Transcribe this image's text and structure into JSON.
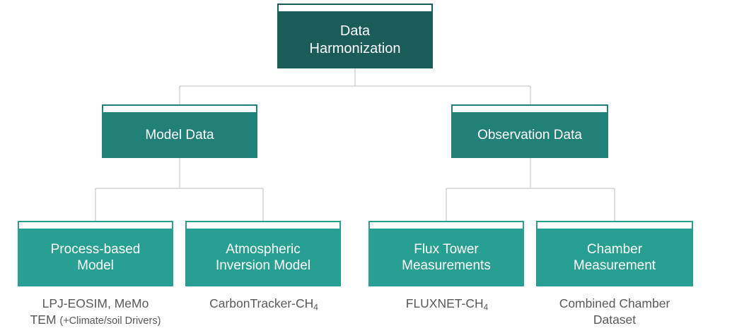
{
  "diagram": {
    "title": "Data Harmonization flow diagram",
    "colors": {
      "root_fill": "#1a5c57",
      "level2_fill": "#218077",
      "leaf_fill": "#27a093",
      "connector": "#bfbfbf",
      "caption_text": "#595959",
      "node_text": "#ffffff",
      "background": "#ffffff"
    },
    "nodes": {
      "root": {
        "label": "Data\nHarmonization"
      },
      "model_data": {
        "label": "Model Data"
      },
      "observation_data": {
        "label": "Observation Data"
      },
      "process_based_model": {
        "label": "Process-based\nModel"
      },
      "atmospheric_inversion_model": {
        "label": "Atmospheric\nInversion Model"
      },
      "flux_tower_measurements": {
        "label": "Flux Tower\nMeasurements"
      },
      "chamber_measurement": {
        "label": "Chamber\nMeasurement"
      }
    },
    "captions": {
      "process_based_model": {
        "line1": "LPJ-EOSIM, MeMo",
        "line2_main": "TEM ",
        "line2_small": "(+Climate/soil Drivers)"
      },
      "atmospheric_inversion_model": {
        "main": "CarbonTracker-CH",
        "sub": "4"
      },
      "flux_tower_measurements": {
        "main": "FLUXNET-CH",
        "sub": "4"
      },
      "chamber_measurement": {
        "line1": "Combined Chamber",
        "line2": "Dataset"
      }
    },
    "edges": [
      {
        "from": "root",
        "to": "model_data"
      },
      {
        "from": "root",
        "to": "observation_data"
      },
      {
        "from": "model_data",
        "to": "process_based_model"
      },
      {
        "from": "model_data",
        "to": "atmospheric_inversion_model"
      },
      {
        "from": "observation_data",
        "to": "flux_tower_measurements"
      },
      {
        "from": "observation_data",
        "to": "chamber_measurement"
      }
    ]
  }
}
